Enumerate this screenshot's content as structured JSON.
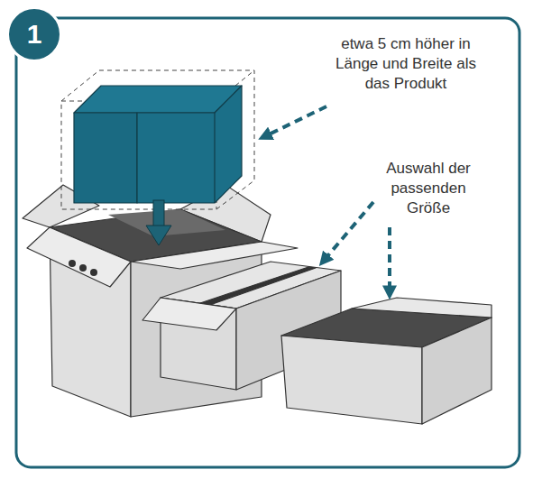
{
  "diagram": {
    "nodes": [
      {
        "text": [
          "1"
        ]
      }
    ],
    "labels": [
      "etwa 5 cm höher in Länge und Breite als das Produkt",
      "Auswahl der passenden Größe"
    ]
  }
}
